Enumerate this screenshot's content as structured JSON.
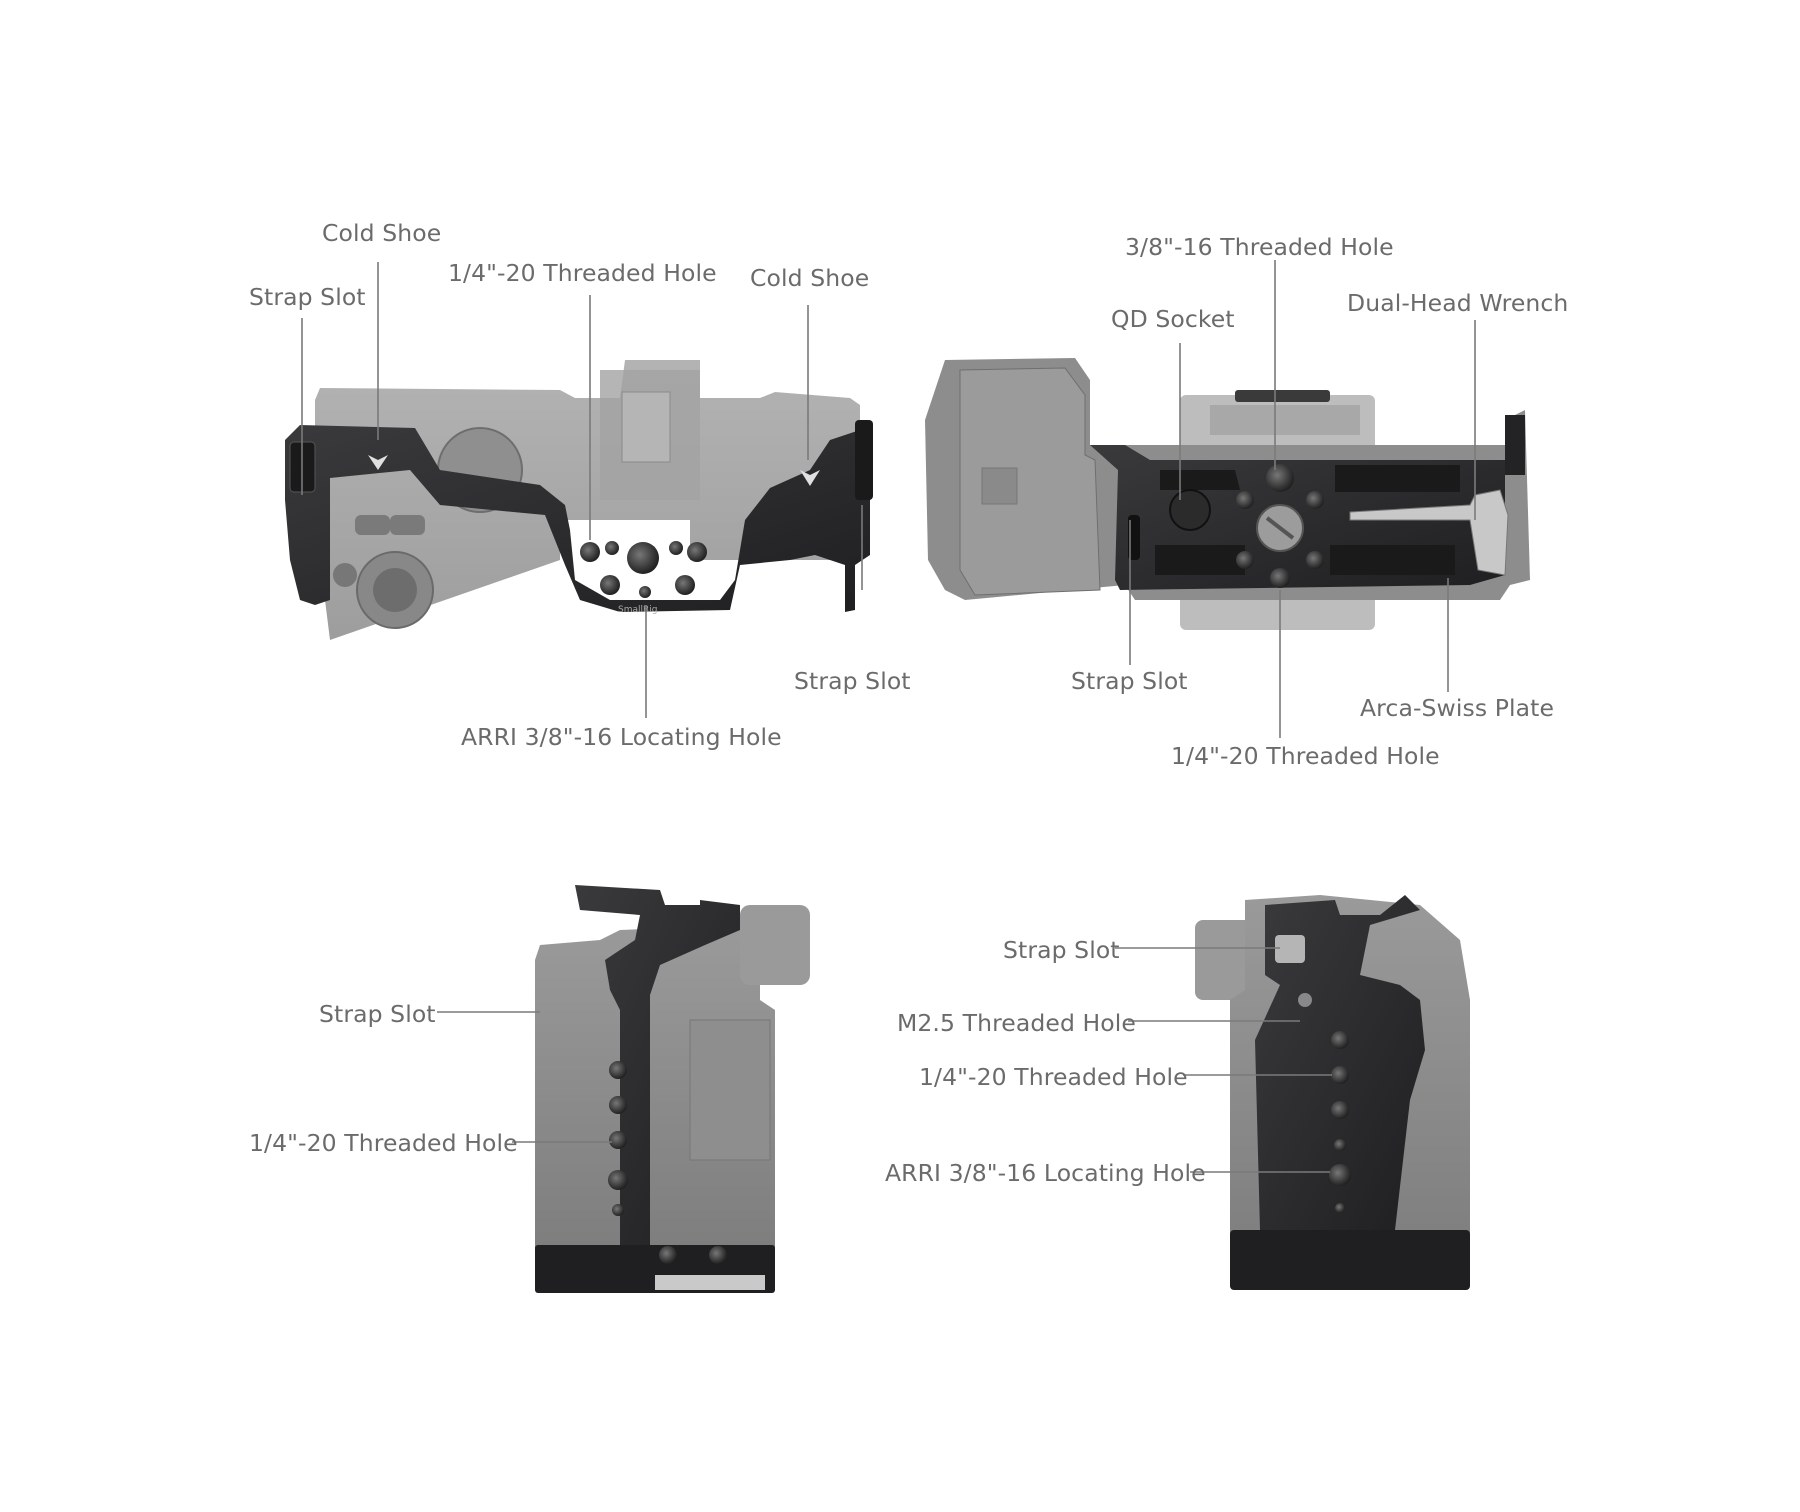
{
  "labels": {
    "top_left": {
      "strap_slot_left": "Strap Slot",
      "cold_shoe_left": "Cold Shoe",
      "threaded_hole_top": "1/4\"-20 Threaded Hole",
      "cold_shoe_right": "Cold Shoe",
      "strap_slot_right": "Strap Slot",
      "arri_locating_hole": "ARRI 3/8\"-16 Locating Hole"
    },
    "top_right": {
      "threaded_hole_38": "3/8\"-16 Threaded Hole",
      "qd_socket": "QD Socket",
      "dual_head_wrench": "Dual-Head Wrench",
      "strap_slot": "Strap Slot",
      "arca_swiss_plate": "Arca-Swiss Plate",
      "threaded_hole_14": "1/4\"-20 Threaded Hole"
    },
    "bottom_left": {
      "strap_slot": "Strap Slot",
      "threaded_hole_14": "1/4\"-20 Threaded Hole"
    },
    "bottom_right": {
      "strap_slot": "Strap Slot",
      "m25_threaded_hole": "M2.5 Threaded Hole",
      "threaded_hole_14": "1/4\"-20 Threaded Hole",
      "arri_locating_hole": "ARRI 3/8\"-16 Locating Hole"
    }
  },
  "product_markings": {
    "brand_engraving": "SmallRig"
  },
  "colors": {
    "background": "#ffffff",
    "label_text": "#6b6b6b",
    "leader_line": "#7a7a7a",
    "camera_gray": "#8c8c8c",
    "cage_black": "#2b2b2d"
  }
}
